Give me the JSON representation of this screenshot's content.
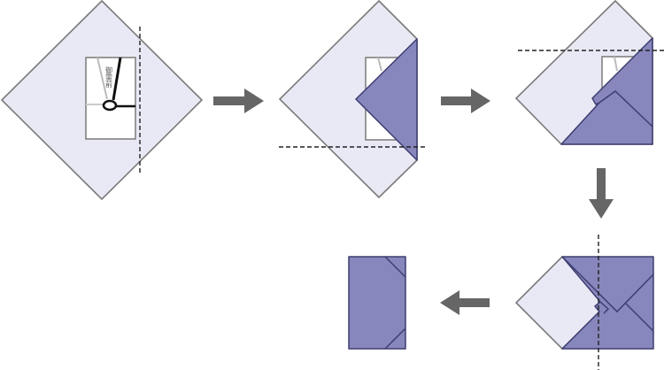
{
  "diagram": {
    "description_title": "",
    "envelope_text": "御霊前",
    "colors": {
      "cloth_light": "#e9e9f5",
      "cloth_folded": "#8787bd",
      "arrow": "#666666"
    },
    "steps": [
      {
        "step": 1,
        "icon": "cloth-diamond-with-envelope"
      },
      {
        "step": 2,
        "icon": "right-corner-folded"
      },
      {
        "step": 3,
        "icon": "bottom-corner-folded"
      },
      {
        "step": 4,
        "icon": "top-corner-folded"
      },
      {
        "step": 5,
        "icon": "wrapped-fukusa"
      }
    ]
  }
}
